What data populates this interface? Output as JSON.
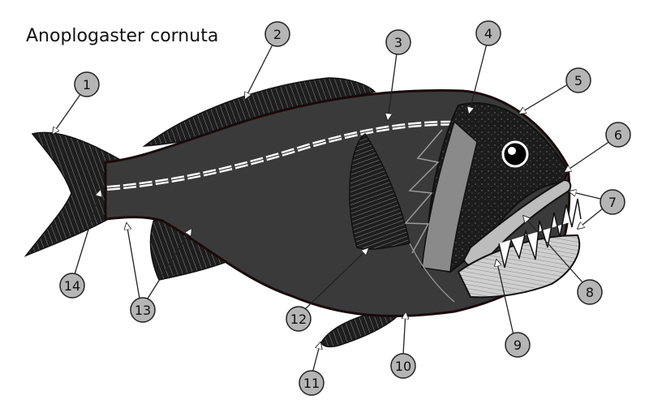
{
  "title": "Anoplogaster cornuta",
  "callouts": [
    {
      "id": "c1",
      "label": "1"
    },
    {
      "id": "c2",
      "label": "2"
    },
    {
      "id": "c3",
      "label": "3"
    },
    {
      "id": "c4",
      "label": "4"
    },
    {
      "id": "c5",
      "label": "5"
    },
    {
      "id": "c6",
      "label": "6"
    },
    {
      "id": "c7",
      "label": "7"
    },
    {
      "id": "c8",
      "label": "8"
    },
    {
      "id": "c9",
      "label": "9"
    },
    {
      "id": "c10",
      "label": "10"
    },
    {
      "id": "c11",
      "label": "11"
    },
    {
      "id": "c12",
      "label": "12"
    },
    {
      "id": "c13",
      "label": "13"
    },
    {
      "id": "c14",
      "label": "14"
    }
  ],
  "colors": {
    "body": "#3a3a3a",
    "body_outline": "#1a0a0a",
    "head": "#1c1c1c",
    "fin_dark": "#1e1e1e",
    "fin_ray": "#9a9a9a",
    "lateral_line": "#ffffff",
    "callout_fill": "#b5b5b5",
    "callout_stroke": "#222222"
  }
}
